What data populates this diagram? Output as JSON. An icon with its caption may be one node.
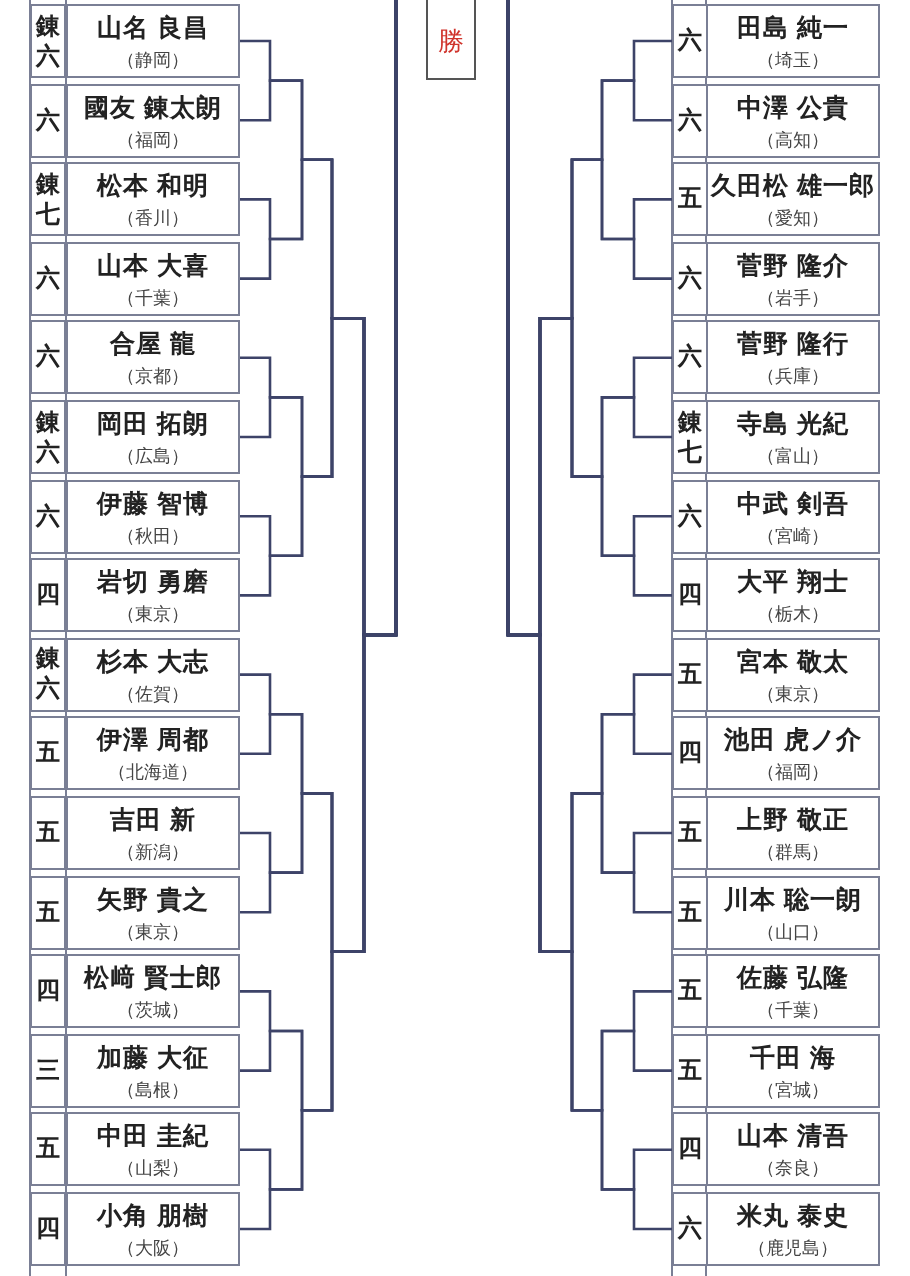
{
  "diagram": {
    "nodes": [
      {
        "text": [
          "勝"
        ]
      },
      {
        "text": [
          "山名 良昌",
          "（静岡）"
        ],
        "beside": [
          "錬六"
        ]
      },
      {
        "text": [
          "國友 錬太朗",
          "（福岡）"
        ],
        "beside": [
          "六"
        ]
      },
      {
        "text": [
          "松本 和明",
          "（香川）"
        ],
        "beside": [
          "錬七"
        ]
      },
      {
        "text": [
          "山本 大喜",
          "（千葉）"
        ],
        "beside": [
          "六"
        ]
      },
      {
        "text": [
          "合屋 龍",
          "（京都）"
        ],
        "beside": [
          "六"
        ]
      },
      {
        "text": [
          "岡田 拓朗",
          "（広島）"
        ],
        "beside": [
          "錬六"
        ]
      },
      {
        "text": [
          "伊藤 智博",
          "（秋田）"
        ],
        "beside": [
          "六"
        ]
      },
      {
        "text": [
          "岩切 勇磨",
          "（東京）"
        ],
        "beside": [
          "四"
        ]
      },
      {
        "text": [
          "杉本 大志",
          "（佐賀）"
        ],
        "beside": [
          "錬六"
        ]
      },
      {
        "text": [
          "伊澤 周都",
          "（北海道）"
        ],
        "beside": [
          "五"
        ]
      },
      {
        "text": [
          "吉田 新",
          "（新潟）"
        ],
        "beside": [
          "五"
        ]
      },
      {
        "text": [
          "矢野 貴之",
          "（東京）"
        ],
        "beside": [
          "五"
        ]
      },
      {
        "text": [
          "松﨑 賢士郎",
          "（茨城）"
        ],
        "beside": [
          "四"
        ]
      },
      {
        "text": [
          "加藤 大征",
          "（島根）"
        ],
        "beside": [
          "三"
        ]
      },
      {
        "text": [
          "中田 圭紀",
          "（山梨）"
        ],
        "beside": [
          "五"
        ]
      },
      {
        "text": [
          "小角 朋樹",
          "（大阪）"
        ],
        "beside": [
          "四"
        ]
      },
      {
        "text": [
          "田島 純一",
          "（埼玉）"
        ],
        "beside": [
          "六"
        ]
      },
      {
        "text": [
          "中澤 公貴",
          "（高知）"
        ],
        "beside": [
          "六"
        ]
      },
      {
        "text": [
          "久田松 雄一郎",
          "（愛知）"
        ],
        "beside": [
          "五"
        ]
      },
      {
        "text": [
          "菅野 隆介",
          "（岩手）"
        ],
        "beside": [
          "六"
        ]
      },
      {
        "text": [
          "菅野 隆行",
          "（兵庫）"
        ],
        "beside": [
          "六"
        ]
      },
      {
        "text": [
          "寺島 光紀",
          "（富山）"
        ],
        "beside": [
          "錬七"
        ]
      },
      {
        "text": [
          "中武 剣吾",
          "（宮崎）"
        ],
        "beside": [
          "六"
        ]
      },
      {
        "text": [
          "大平 翔士",
          "（栃木）"
        ],
        "beside": [
          "四"
        ]
      },
      {
        "text": [
          "宮本 敬太",
          "（東京）"
        ],
        "beside": [
          "五"
        ]
      },
      {
        "text": [
          "池田 虎ノ介",
          "（福岡）"
        ],
        "beside": [
          "四"
        ]
      },
      {
        "text": [
          "上野 敬正",
          "（群馬）"
        ],
        "beside": [
          "五"
        ]
      },
      {
        "text": [
          "川本 聡一朗",
          "（山口）"
        ],
        "beside": [
          "五"
        ]
      },
      {
        "text": [
          "佐藤 弘隆",
          "（千葉）"
        ],
        "beside": [
          "五"
        ]
      },
      {
        "text": [
          "千田 海",
          "（宮城）"
        ],
        "beside": [
          "五"
        ]
      },
      {
        "text": [
          "山本 清吾",
          "（奈良）"
        ],
        "beside": [
          "四"
        ]
      },
      {
        "text": [
          "米丸 泰史",
          "（鹿児島）"
        ],
        "beside": [
          "六"
        ]
      }
    ],
    "edges": [
      {
        "from": 1,
        "to": null,
        "arrow": "none"
      },
      {
        "from": 2,
        "to": null,
        "arrow": "none"
      },
      {
        "from": 3,
        "to": null,
        "arrow": "none"
      },
      {
        "from": 4,
        "to": null,
        "arrow": "none"
      },
      {
        "from": 5,
        "to": null,
        "arrow": "none"
      },
      {
        "from": 6,
        "to": null,
        "arrow": "none"
      },
      {
        "from": 7,
        "to": null,
        "arrow": "none"
      },
      {
        "from": 8,
        "to": null,
        "arrow": "none"
      },
      {
        "from": 9,
        "to": null,
        "arrow": "none"
      },
      {
        "from": 10,
        "to": null,
        "arrow": "none"
      },
      {
        "from": 11,
        "to": null,
        "arrow": "none"
      },
      {
        "from": 12,
        "to": null,
        "arrow": "none"
      },
      {
        "from": 13,
        "to": null,
        "arrow": "none"
      },
      {
        "from": 14,
        "to": null,
        "arrow": "none"
      },
      {
        "from": 15,
        "to": null,
        "arrow": "none"
      },
      {
        "from": 16,
        "to": null,
        "arrow": "none"
      },
      {
        "from": 17,
        "to": null,
        "arrow": "none"
      },
      {
        "from": 18,
        "to": null,
        "arrow": "none"
      },
      {
        "from": 19,
        "to": null,
        "arrow": "none"
      },
      {
        "from": 20,
        "to": null,
        "arrow": "none"
      },
      {
        "from": 21,
        "to": null,
        "arrow": "none"
      },
      {
        "from": 22,
        "to": null,
        "arrow": "none"
      },
      {
        "from": 23,
        "to": null,
        "arrow": "none"
      },
      {
        "from": 24,
        "to": null,
        "arrow": "none"
      },
      {
        "from": 25,
        "to": null,
        "arrow": "none"
      },
      {
        "from": 26,
        "to": null,
        "arrow": "none"
      },
      {
        "from": 27,
        "to": null,
        "arrow": "none"
      },
      {
        "from": 28,
        "to": null,
        "arrow": "none"
      },
      {
        "from": 29,
        "to": null,
        "arrow": "none"
      },
      {
        "from": 30,
        "to": null,
        "arrow": "none"
      },
      {
        "from": 31,
        "to": null,
        "arrow": "none"
      },
      {
        "from": 32,
        "to": null,
        "arrow": "none"
      }
    ]
  }
}
